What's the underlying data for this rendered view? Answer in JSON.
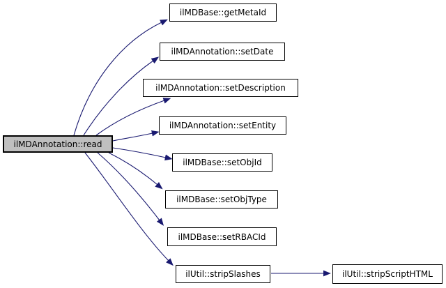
{
  "graph": {
    "kind": "doxygen-call-graph",
    "nodes": [
      {
        "id": "read",
        "label": "ilMDAnnotation::read"
      },
      {
        "id": "getMetaId",
        "label": "ilMDBase::getMetaId"
      },
      {
        "id": "setDate",
        "label": "ilMDAnnotation::setDate"
      },
      {
        "id": "setDescription",
        "label": "ilMDAnnotation::setDescription"
      },
      {
        "id": "setEntity",
        "label": "ilMDAnnotation::setEntity"
      },
      {
        "id": "setObjId",
        "label": "ilMDBase::setObjId"
      },
      {
        "id": "setObjType",
        "label": "ilMDBase::setObjType"
      },
      {
        "id": "setRBACId",
        "label": "ilMDBase::setRBACId"
      },
      {
        "id": "stripSlashes",
        "label": "ilUtil::stripSlashes"
      },
      {
        "id": "stripScriptHTML",
        "label": "ilUtil::stripScriptHTML"
      }
    ],
    "edges": [
      {
        "from": "ilMDAnnotation::read",
        "to": "ilMDBase::getMetaId"
      },
      {
        "from": "ilMDAnnotation::read",
        "to": "ilMDAnnotation::setDate"
      },
      {
        "from": "ilMDAnnotation::read",
        "to": "ilMDAnnotation::setDescription"
      },
      {
        "from": "ilMDAnnotation::read",
        "to": "ilMDAnnotation::setEntity"
      },
      {
        "from": "ilMDAnnotation::read",
        "to": "ilMDBase::setObjId"
      },
      {
        "from": "ilMDAnnotation::read",
        "to": "ilMDBase::setObjType"
      },
      {
        "from": "ilMDAnnotation::read",
        "to": "ilMDBase::setRBACId"
      },
      {
        "from": "ilMDAnnotation::read",
        "to": "ilUtil::stripSlashes"
      },
      {
        "from": "ilUtil::stripSlashes",
        "to": "ilUtil::stripScriptHTML"
      }
    ],
    "colors": {
      "edge": "#191970",
      "root_fill": "#bfbfbf",
      "node_fill": "#ffffff",
      "node_border": "#000000",
      "text": "#000000",
      "background": "#ffffff"
    }
  }
}
